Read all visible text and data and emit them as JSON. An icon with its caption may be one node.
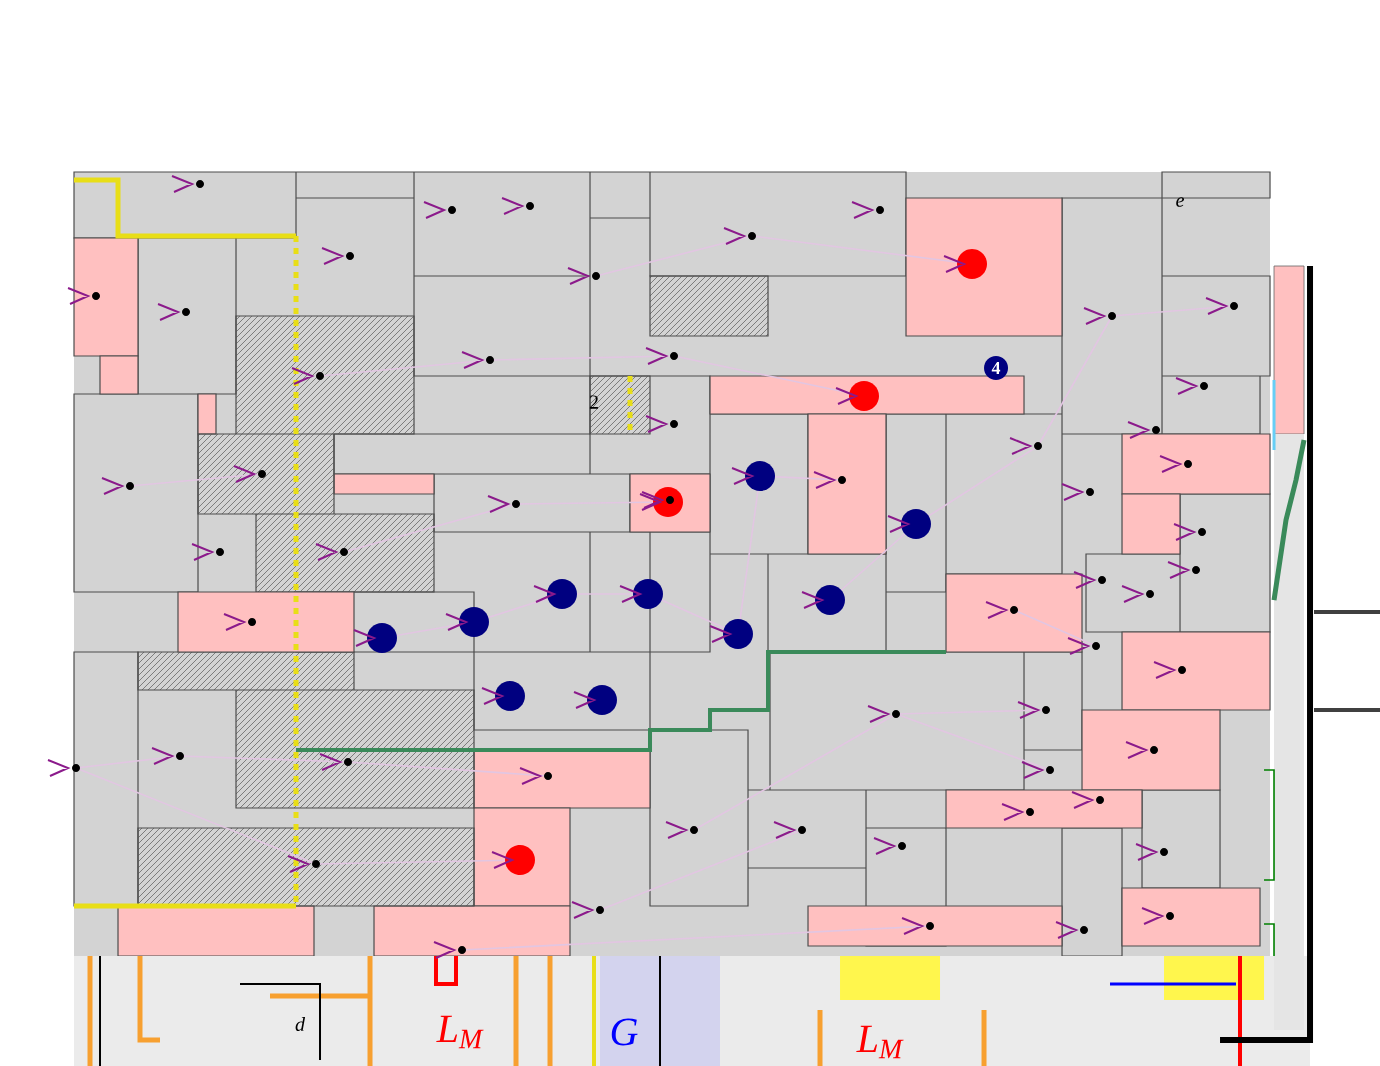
{
  "diagram": {
    "labels": [
      "e",
      "4",
      "2",
      "d",
      "L$_{M}$",
      "G",
      "L$_{M}$"
    ]
  }
}
